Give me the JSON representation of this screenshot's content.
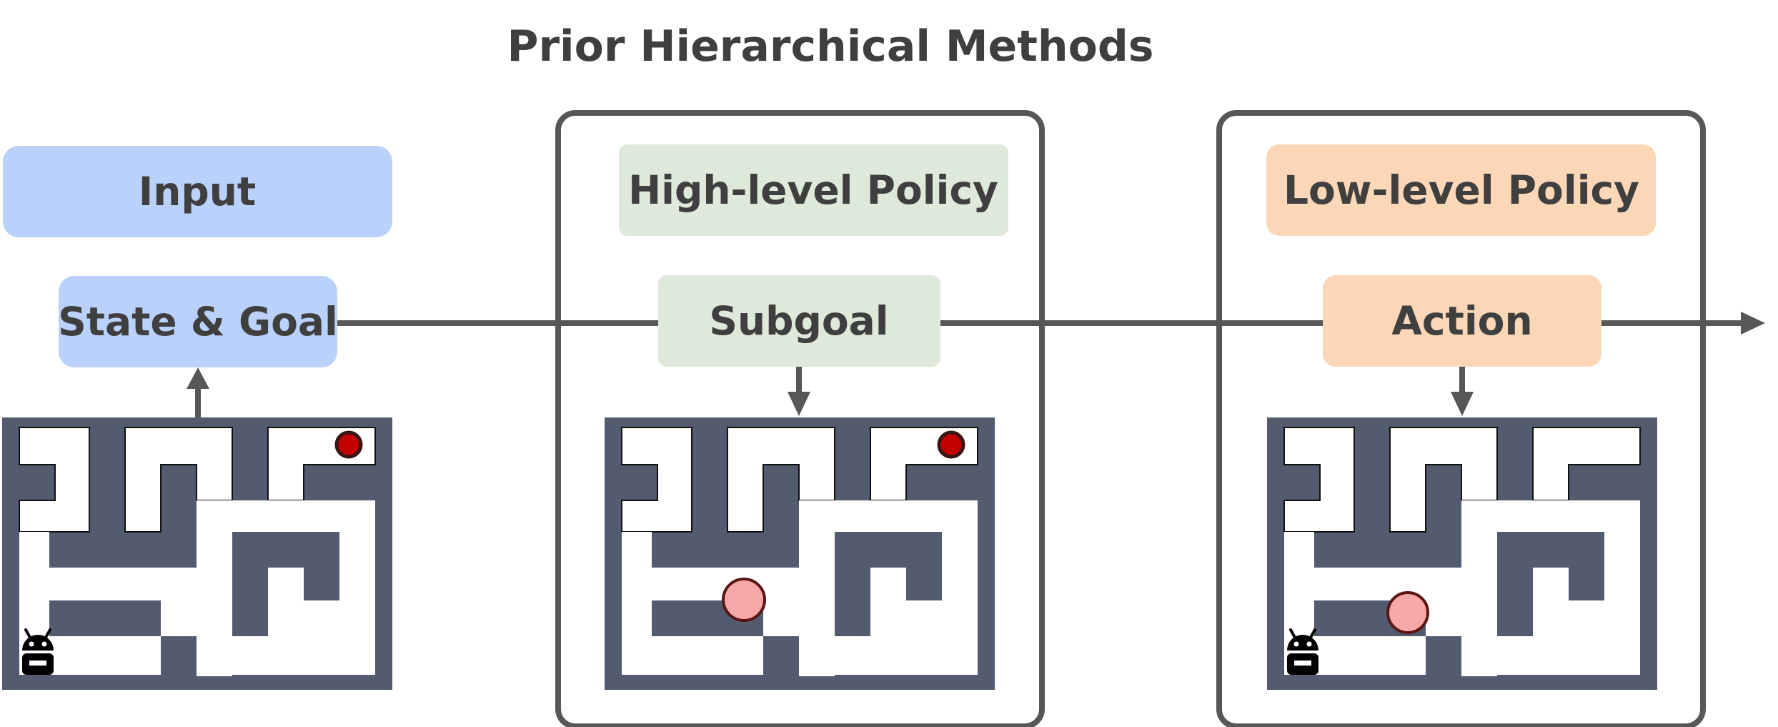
{
  "title": "Prior Hierarchical Methods",
  "input_header": "Input",
  "state_goal": "State & Goal",
  "high_policy": "High-level Policy",
  "subgoal": "Subgoal",
  "low_policy": "Low-level Policy",
  "action": "Action",
  "colors": {
    "blue_box": "#bad2fb",
    "green_box": "#dfe9d9",
    "orange_box": "#fbd7b7",
    "maze_wall": "#525c6e",
    "maze_path": "#ffffff",
    "line": "#575757",
    "subgoal_marker": "#f6a8a8",
    "goal_marker": "#c40000"
  }
}
